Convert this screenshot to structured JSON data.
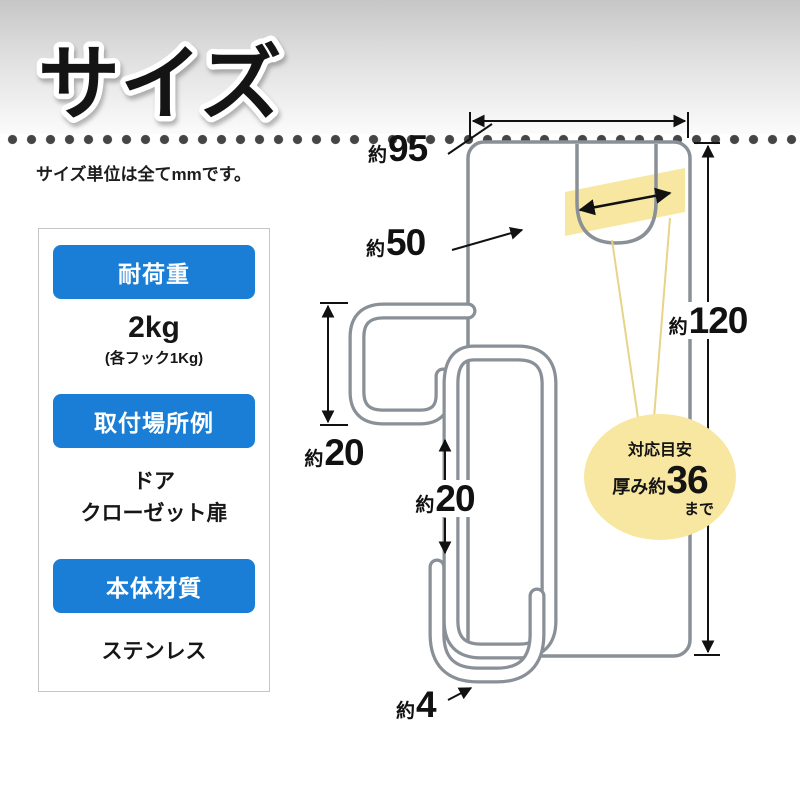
{
  "header": {
    "title": "サイズ",
    "units_note": "サイズ単位は全てmmです。"
  },
  "spec_panel": {
    "sections": [
      {
        "heading": "耐荷重",
        "value": "2kg",
        "note": "(各フック1Kg)"
      },
      {
        "heading": "取付場所例",
        "lines": [
          "ドア",
          "クローゼット扉"
        ]
      },
      {
        "heading": "本体材質",
        "value": "ステンレス"
      }
    ]
  },
  "diagram": {
    "dimensions": {
      "top_width": {
        "prefix": "約",
        "value": "95"
      },
      "over_door_depth": {
        "prefix": "約",
        "value": "50"
      },
      "height": {
        "prefix": "約",
        "value": "120"
      },
      "upper_hook_size": {
        "prefix": "約",
        "value": "20"
      },
      "lower_hook_size": {
        "prefix": "約",
        "value": "20"
      },
      "wire_diameter": {
        "prefix": "約",
        "value": "4"
      }
    },
    "thickness_badge": {
      "caption": "対応目安",
      "prefix": "厚み約",
      "value": "36",
      "suffix": "まで"
    }
  },
  "colors": {
    "accent_blue": "#1a7ed6",
    "highlight_yellow": "#f8e7a0",
    "line_gray": "#8a9097"
  }
}
